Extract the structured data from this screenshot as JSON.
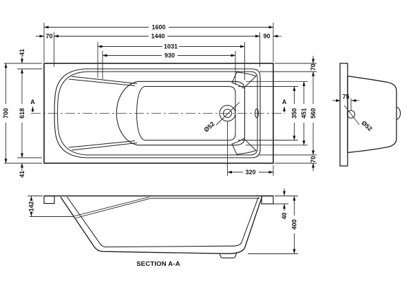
{
  "style": {
    "line_color": "#1c1c1c",
    "dim_color": "#2e2e2e",
    "text_color": "#111111",
    "background": "#ffffff"
  },
  "plan": {
    "marker": "A",
    "dims": {
      "overall_length": "1600",
      "rim_left": "70",
      "inner_length": "1440",
      "rim_right": "90",
      "basin_length": "1031",
      "floor_length": "930",
      "overall_width": "700",
      "inner_width": "618",
      "margin_top": "41",
      "margin_bottom": "41",
      "rim_top_right": "70",
      "lip_width": "560",
      "basin_width": "451",
      "floor_width": "350",
      "rim_bottom_right": "70",
      "drain_from_end": "320",
      "drain_diameter": "Ø52"
    }
  },
  "end_view": {
    "dims": {
      "drain_from_wall": "75",
      "drain_diameter": "Ø52"
    }
  },
  "section": {
    "label": "SECTION A-A",
    "dims": {
      "ledge_depth": "142",
      "rim_drop": "40",
      "overall_depth": "400"
    }
  }
}
